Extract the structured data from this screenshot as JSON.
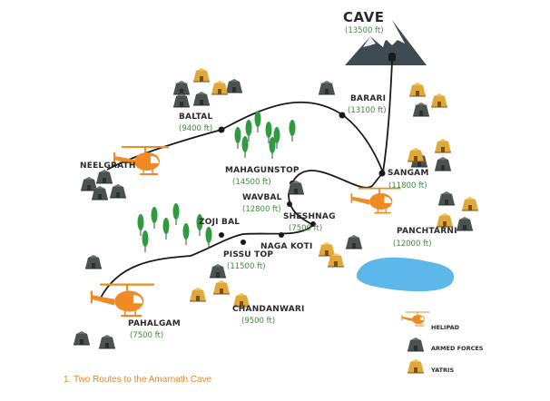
{
  "cave": {
    "name": "CAVE",
    "altitude": "(13500 ft)"
  },
  "places": [
    {
      "id": "baltal",
      "name": "BALTAL",
      "altitude": "(9400 ft)"
    },
    {
      "id": "neelgrath",
      "name": "NEELGRATH",
      "altitude": ""
    },
    {
      "id": "barari",
      "name": "BARARI",
      "altitude": "(13100 ft)"
    },
    {
      "id": "sangam",
      "name": "SANGAM",
      "altitude": "(11800 ft)"
    },
    {
      "id": "mahagunstop",
      "name": "MAHAGUNSTOP",
      "altitude": "(14500 ft)"
    },
    {
      "id": "wavbal",
      "name": "WAVBAL",
      "altitude": "(12800 ft)"
    },
    {
      "id": "sheshnag",
      "name": "SHESHNAG",
      "altitude": "(7500 ft)"
    },
    {
      "id": "panchtarni",
      "name": "PANCHTARNI",
      "altitude": "(12000 ft)"
    },
    {
      "id": "zojibal",
      "name": "ZOJI BAL",
      "altitude": ""
    },
    {
      "id": "nagakoti",
      "name": "NAGA KOTI",
      "altitude": ""
    },
    {
      "id": "pissutop",
      "name": "PISSU TOP",
      "altitude": "(11500 ft)"
    },
    {
      "id": "chandanwari",
      "name": "CHANDANWARI",
      "altitude": "(9500 ft)"
    },
    {
      "id": "pahalgam",
      "name": "PAHALGAM",
      "altitude": "(7500 ft)"
    }
  ],
  "legend": {
    "helipad": "HELIPAD",
    "armed_forces": "ARMED FORCES",
    "yatris": "YATRIS"
  },
  "caption": "1. Two Routes to the Amarnath Cave",
  "colors": {
    "route": "#1a1a1a",
    "helicopter": "#f08a24",
    "yatri_tent": "#e0a83a",
    "armed_tent": "#4a5350",
    "tree": "#2f9a3f",
    "lake": "#5bb8e8",
    "altitude_text": "#3f8a3a",
    "caption_text": "#e08a2b"
  }
}
